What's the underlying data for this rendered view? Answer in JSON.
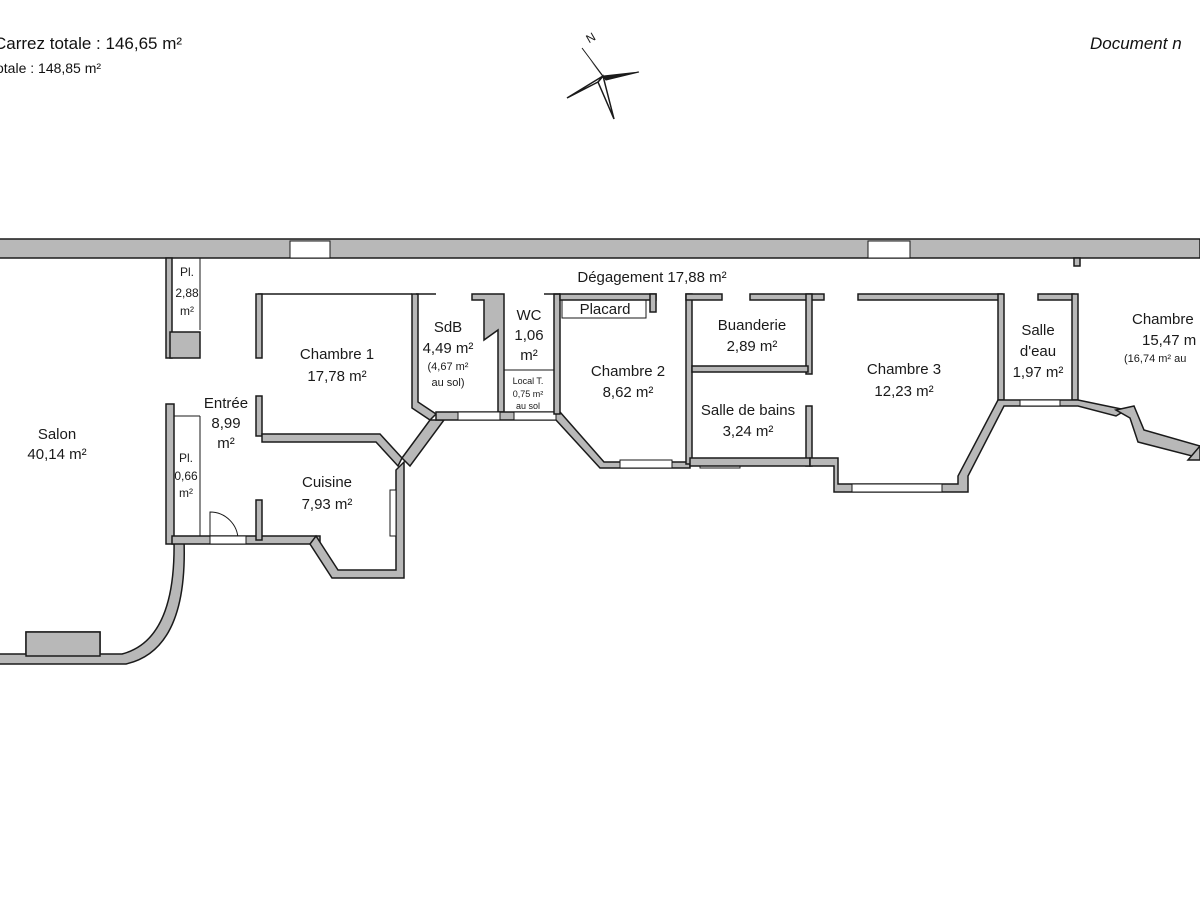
{
  "header": {
    "carrez": "Carrez totale :  146,65 m²",
    "totale": "otale :  148,85 m²",
    "document": "Document n"
  },
  "compass": {
    "north": "N"
  },
  "rooms": {
    "degagement": "Dégagement 17,88 m²",
    "pl_top": [
      "Pl.",
      "2,88",
      "m²"
    ],
    "salon": [
      "Salon",
      "40,14 m²"
    ],
    "entree": [
      "Entrée",
      "8,99",
      "m²"
    ],
    "pl_entree": [
      "Pl.",
      "0,66",
      "m²"
    ],
    "chambre1": [
      "Chambre 1",
      "17,78 m²"
    ],
    "cuisine": [
      "Cuisine",
      "7,93 m²"
    ],
    "sdb": [
      "SdB",
      "4,49 m²",
      "(4,67 m²",
      "au sol)"
    ],
    "wc": [
      "WC",
      "1,06",
      "m²"
    ],
    "local": [
      "Local T.",
      "0,75 m²",
      "au sol"
    ],
    "placard": "Placard",
    "chambre2": [
      "Chambre 2",
      "8,62 m²"
    ],
    "buanderie": [
      "Buanderie",
      "2,89 m²"
    ],
    "salle_bains": [
      "Salle de bains",
      "3,24 m²"
    ],
    "chambre3": [
      "Chambre 3",
      "12,23 m²"
    ],
    "salle_eau": [
      "Salle",
      "d'eau",
      "1,97 m²"
    ],
    "chambre4": [
      "Chambre",
      "15,47 m",
      "(16,74 m² au"
    ]
  }
}
